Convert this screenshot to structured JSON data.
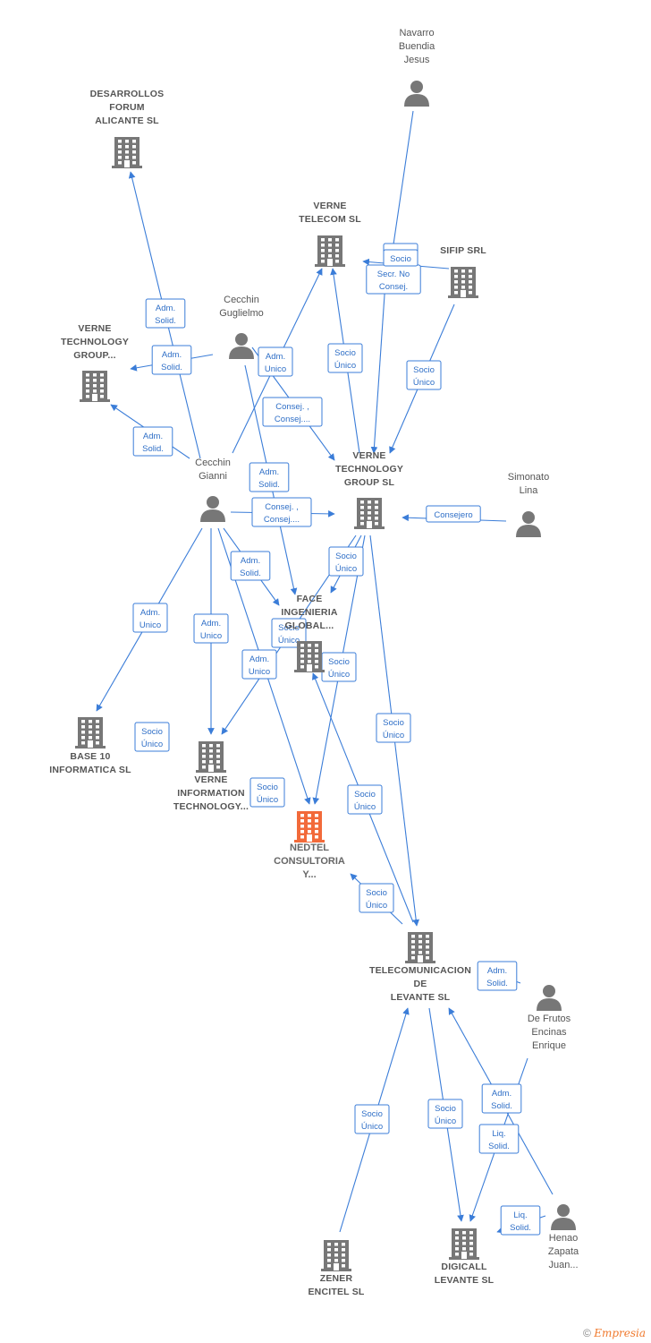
{
  "colors": {
    "edge": "#3b7dd8",
    "node": "#777777",
    "focus": "#f26a3a"
  },
  "nodes": [
    {
      "id": "desarrollos",
      "type": "company",
      "label": [
        "DESARROLLOS",
        "FORUM",
        "ALICANTE  SL"
      ]
    },
    {
      "id": "navarro",
      "type": "person",
      "label": [
        "Navarro",
        "Buendia",
        "Jesus"
      ]
    },
    {
      "id": "verne_telecom",
      "type": "company",
      "label": [
        "VERNE",
        "TELECOM  SL"
      ]
    },
    {
      "id": "sifip",
      "type": "company",
      "label": [
        "SIFIP SRL"
      ]
    },
    {
      "id": "cecchin_g",
      "type": "person",
      "label": [
        "Cecchin",
        "Guglielmo"
      ]
    },
    {
      "id": "verne_tg_left",
      "type": "company",
      "label": [
        "VERNE",
        "TECHNOLOGY",
        "GROUP..."
      ]
    },
    {
      "id": "cecchin_gianni",
      "type": "person",
      "label": [
        "Cecchin",
        "Gianni"
      ]
    },
    {
      "id": "verne_tg_sl",
      "type": "company",
      "label": [
        "VERNE",
        "TECHNOLOGY",
        "GROUP  SL"
      ]
    },
    {
      "id": "simonato",
      "type": "person",
      "label": [
        "Simonato",
        "Lina"
      ]
    },
    {
      "id": "face",
      "type": "company",
      "label": [
        "FACE",
        "INGENIERIA",
        "GLOBAL..."
      ]
    },
    {
      "id": "base10",
      "type": "company",
      "label": [
        "BASE 10",
        "INFORMATICA SL"
      ]
    },
    {
      "id": "verne_info",
      "type": "company",
      "label": [
        "VERNE",
        "INFORMATION",
        "TECHNOLOGY..."
      ]
    },
    {
      "id": "nedtel",
      "type": "focus",
      "label": [
        "NEDTEL",
        "CONSULTORIA",
        "Y..."
      ]
    },
    {
      "id": "telecom_levante",
      "type": "company",
      "label": [
        "TELECOMUNICACION",
        "DE",
        "LEVANTE SL"
      ]
    },
    {
      "id": "defrutos",
      "type": "person",
      "label": [
        "De Frutos",
        "Encinas",
        "Enrique"
      ]
    },
    {
      "id": "zener",
      "type": "company",
      "label": [
        "ZENER",
        "ENCITEL  SL"
      ]
    },
    {
      "id": "digicall",
      "type": "company",
      "label": [
        "DIGICALL",
        "LEVANTE  SL"
      ]
    },
    {
      "id": "henao",
      "type": "person",
      "label": [
        "Henao",
        "Zapata",
        "Juan..."
      ]
    }
  ],
  "edges": [
    {
      "from": "cecchin_gianni",
      "to": "desarrollos",
      "label": [
        "Adm.",
        "Solid."
      ]
    },
    {
      "from": "cecchin_g",
      "to": "verne_tg_left",
      "label": [
        "Adm.",
        "Solid."
      ]
    },
    {
      "from": "cecchin_gianni",
      "to": "verne_tg_left",
      "label": [
        "Adm.",
        "Solid."
      ]
    },
    {
      "from": "cecchin_gianni",
      "to": "verne_telecom",
      "label": [
        "Adm.",
        "Unico"
      ]
    },
    {
      "from": "verne_tg_sl",
      "to": "verne_telecom",
      "label": [
        "Socio",
        "Único"
      ]
    },
    {
      "from": "sifip",
      "to": "verne_telecom",
      "label": [
        "Socio",
        "Único"
      ]
    },
    {
      "from": "navarro",
      "to": "verne_telecom",
      "label": [
        "Secr.  No",
        "Consej."
      ]
    },
    {
      "from": "navarro",
      "to": "verne_tg_sl",
      "label": []
    },
    {
      "from": "sifip",
      "to": "verne_tg_sl",
      "label": [
        "Socio",
        "Único"
      ]
    },
    {
      "from": "cecchin_g",
      "to": "verne_tg_sl",
      "label": [
        "Consej. ,",
        "Consej...."
      ]
    },
    {
      "from": "cecchin_g",
      "to": "face",
      "label": [
        "Adm.",
        "Solid."
      ]
    },
    {
      "from": "cecchin_gianni",
      "to": "verne_tg_sl",
      "label": [
        "Consej. ,",
        "Consej...."
      ]
    },
    {
      "from": "simonato",
      "to": "verne_tg_sl",
      "label": [
        "Consejero"
      ]
    },
    {
      "from": "cecchin_gianni",
      "to": "face",
      "label": [
        "Adm.",
        "Solid."
      ]
    },
    {
      "from": "verne_tg_sl",
      "to": "face",
      "label": [
        "Socio",
        "Único"
      ]
    },
    {
      "from": "cecchin_gianni",
      "to": "base10",
      "label": [
        "Adm.",
        "Unico"
      ]
    },
    {
      "from": "cecchin_gianni",
      "to": "verne_info",
      "label": [
        "Adm.",
        "Unico"
      ]
    },
    {
      "from": "verne_tg_sl",
      "to": "verne_info",
      "label": [
        "Socio",
        "Único"
      ]
    },
    {
      "from": "cecchin_gianni",
      "to": "nedtel",
      "label": [
        "Adm.",
        "Unico"
      ]
    },
    {
      "from": "verne_tg_sl",
      "to": "nedtel",
      "label": [
        "Socio",
        "Único"
      ]
    },
    {
      "from": "verne_tg_sl",
      "to": "telecom_levante",
      "label": [
        "Socio",
        "Único"
      ]
    },
    {
      "from": "telecom_levante",
      "to": "face",
      "label": [
        "Socio",
        "Único"
      ]
    },
    {
      "from": "telecom_levante",
      "to": "nedtel",
      "label": [
        "Socio",
        "Único"
      ]
    },
    {
      "from": "defrutos",
      "to": "telecom_levante",
      "label": [
        "Adm.",
        "Solid."
      ]
    },
    {
      "from": "zener",
      "to": "telecom_levante",
      "label": [
        "Socio",
        "Único"
      ]
    },
    {
      "from": "telecom_levante",
      "to": "digicall",
      "label": [
        "Socio",
        "Único"
      ]
    },
    {
      "from": "henao",
      "to": "telecom_levante",
      "label": [
        "Adm.",
        "Solid."
      ]
    },
    {
      "from": "defrutos",
      "to": "digicall",
      "label": [
        "Liq.",
        "Solid."
      ]
    },
    {
      "from": "henao",
      "to": "digicall",
      "label": [
        "Liq.",
        "Solid."
      ]
    }
  ],
  "floating_labels": [
    {
      "label": [
        "Socio",
        "Único"
      ],
      "near": "base10"
    },
    {
      "label": [
        "Socio",
        "Único"
      ],
      "near": "verne_info"
    },
    {
      "label": [
        "Socio"
      ],
      "near": "verne_telecom"
    }
  ],
  "footer": {
    "copyright": "©",
    "brand": "Empresia"
  }
}
